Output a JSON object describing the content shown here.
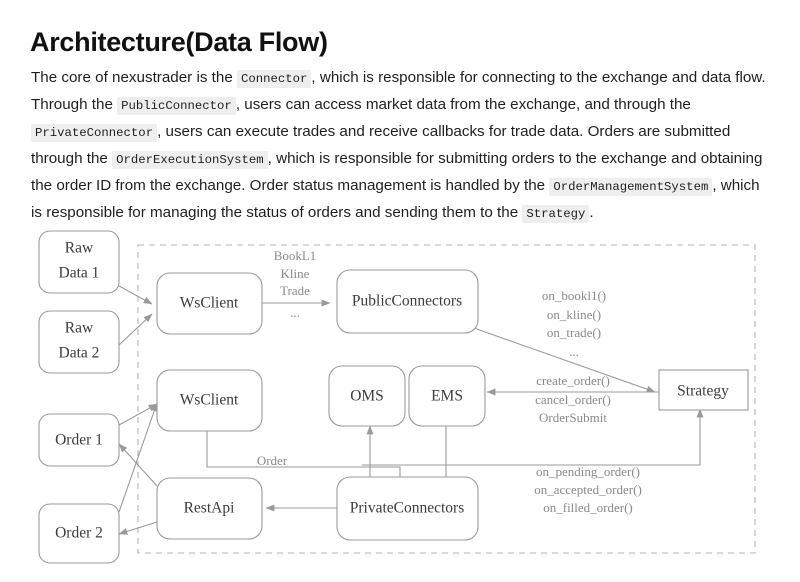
{
  "page": {
    "title": "Architecture(Data Flow)",
    "paragraph": {
      "segments": [
        {
          "type": "text",
          "value": "The core of nexustrader is the "
        },
        {
          "type": "code",
          "value": "Connector"
        },
        {
          "type": "text",
          "value": ", which is responsible for connecting to the exchange and data flow. Through the "
        },
        {
          "type": "code",
          "value": "PublicConnector"
        },
        {
          "type": "text",
          "value": ", users can access market data from the exchange, and through the "
        },
        {
          "type": "code",
          "value": "PrivateConnector"
        },
        {
          "type": "text",
          "value": ", users can execute trades and receive callbacks for trade data. Orders are submitted through the "
        },
        {
          "type": "code",
          "value": "OrderExecutionSystem"
        },
        {
          "type": "text",
          "value": ", which is responsible for submitting orders to the exchange and obtaining the order ID from the exchange. Order status management is handled by the "
        },
        {
          "type": "code",
          "value": "OrderManagementSystem"
        },
        {
          "type": "text",
          "value": ", which is responsible for managing the status of orders and sending them to the "
        },
        {
          "type": "code",
          "value": "Strategy"
        },
        {
          "type": "text",
          "value": "."
        }
      ]
    }
  },
  "diagram": {
    "type": "flowchart",
    "colors": {
      "node_stroke": "#9a9a9a",
      "node_fill": "#ffffff",
      "node_text": "#3c3c3c",
      "edge": "#9a9a9a",
      "edge_label_text": "#8a8a8a",
      "group_border": "#b4b4b4",
      "background": "#ffffff"
    },
    "group": {
      "name": "nexustrader-boundary",
      "style": "dashed"
    },
    "nodes": [
      {
        "id": "raw_data_1",
        "label_line1": "Raw",
        "label_line2": "Data 1",
        "shape": "rounded",
        "inside_group": false
      },
      {
        "id": "raw_data_2",
        "label_line1": "Raw",
        "label_line2": "Data 2",
        "shape": "rounded",
        "inside_group": false
      },
      {
        "id": "order_1",
        "label_line1": "Order 1",
        "label_line2": "",
        "shape": "rounded",
        "inside_group": false
      },
      {
        "id": "order_2",
        "label_line1": "Order 2",
        "label_line2": "",
        "shape": "rounded",
        "inside_group": false
      },
      {
        "id": "ws_client_top",
        "label_line1": "WsClient",
        "label_line2": "",
        "shape": "rounded",
        "inside_group": true
      },
      {
        "id": "public_connectors",
        "label_line1": "PublicConnectors",
        "label_line2": "",
        "shape": "rounded",
        "inside_group": true
      },
      {
        "id": "ws_client_bottom",
        "label_line1": "WsClient",
        "label_line2": "",
        "shape": "rounded",
        "inside_group": true
      },
      {
        "id": "oms",
        "label_line1": "OMS",
        "label_line2": "",
        "shape": "rounded",
        "inside_group": true
      },
      {
        "id": "ems",
        "label_line1": "EMS",
        "label_line2": "",
        "shape": "rounded",
        "inside_group": true
      },
      {
        "id": "rest_api",
        "label_line1": "RestApi",
        "label_line2": "",
        "shape": "rounded",
        "inside_group": true
      },
      {
        "id": "private_connectors",
        "label_line1": "PrivateConnectors",
        "label_line2": "",
        "shape": "rounded",
        "inside_group": true
      },
      {
        "id": "strategy",
        "label_line1": "Strategy",
        "label_line2": "",
        "shape": "rectangle",
        "inside_group": true
      }
    ],
    "edge_labels": {
      "market_data_stream": [
        "BookL1",
        "Kline",
        "Trade",
        "..."
      ],
      "strategy_callbacks": [
        "on_bookl1()",
        "on_kline()",
        "on_trade()",
        "..."
      ],
      "order_commands": [
        "create_order()",
        "cancel_order()",
        "OrderSubmit"
      ],
      "order_callbacks": [
        "on_pending_order()",
        "on_accepted_order()",
        "on_filled_order()"
      ],
      "order_flow": "Order"
    },
    "edges": [
      {
        "from": "raw_data_1",
        "to": "ws_client_top",
        "label": ""
      },
      {
        "from": "raw_data_2",
        "to": "ws_client_top",
        "label": ""
      },
      {
        "from": "ws_client_top",
        "to": "public_connectors",
        "label": "market_data_stream"
      },
      {
        "from": "public_connectors",
        "to": "strategy",
        "label": "strategy_callbacks"
      },
      {
        "from": "strategy",
        "to": "ems",
        "label": "order_commands"
      },
      {
        "from": "ems",
        "to": "private_connectors",
        "label": ""
      },
      {
        "from": "ws_client_bottom",
        "to": "private_connectors",
        "label": "order_flow"
      },
      {
        "from": "private_connectors",
        "to": "rest_api",
        "label": ""
      },
      {
        "from": "private_connectors",
        "to": "oms",
        "label": ""
      },
      {
        "from": "private_connectors",
        "to": "strategy",
        "label": "order_callbacks"
      },
      {
        "from": "order_1",
        "to": "ws_client_bottom",
        "label": ""
      },
      {
        "from": "rest_api",
        "to": "order_1",
        "label": ""
      },
      {
        "from": "rest_api",
        "to": "order_2",
        "label": ""
      },
      {
        "from": "order_2",
        "to": "ws_client_bottom",
        "label": ""
      }
    ]
  }
}
